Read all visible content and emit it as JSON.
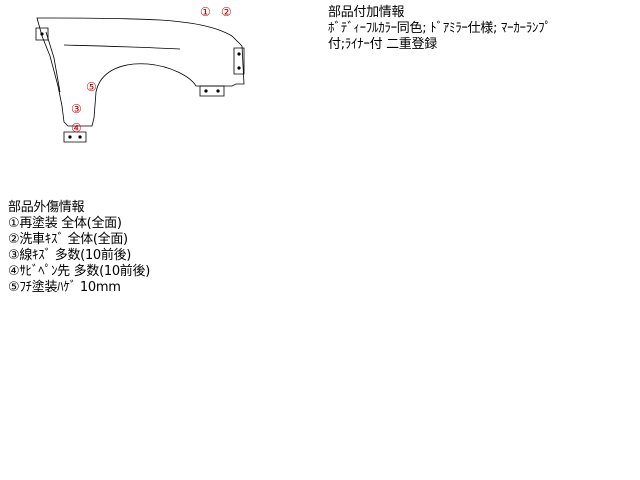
{
  "diagram": {
    "markers": [
      "①",
      "②",
      "③",
      "④",
      "⑤"
    ],
    "colors": {
      "outline": "#000000",
      "marker": "#c00000"
    }
  },
  "part_info": {
    "title": "部品付加情報",
    "lines": [
      "ﾎﾞﾃﾞｨｰﾌﾙｶﾗｰ同色; ﾄﾞｱﾐﾗｰ仕様; ﾏｰｶｰﾗﾝﾌﾟ",
      "付;ﾗｲﾅｰ付 二重登録"
    ]
  },
  "damage_info": {
    "title": "部品外傷情報",
    "items": [
      "①再塗装 全体(全面)",
      "②洗車ｷｽﾞ 全体(全面)",
      "③線ｷｽﾞ 多数(10前後)",
      "④ｻﾋﾞﾍﾟﾝ先 多数(10前後)",
      "⑤ﾌﾁ塗装ﾊｹﾞ 10mm"
    ]
  }
}
